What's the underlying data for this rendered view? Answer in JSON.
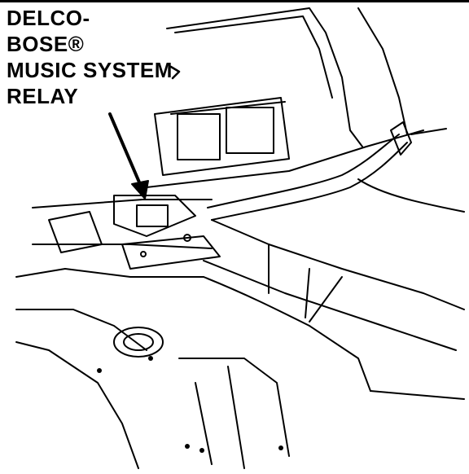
{
  "callout": {
    "line1": "DELCO-",
    "line2": "BOSE®",
    "line3": "MUSIC SYSTEM",
    "line4": "RELAY"
  },
  "colors": {
    "ink": "#000000",
    "paper": "#ffffff"
  }
}
